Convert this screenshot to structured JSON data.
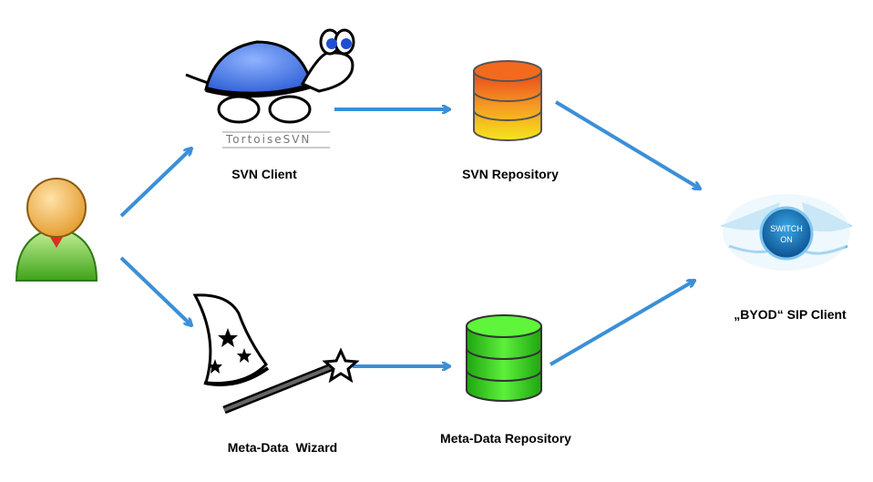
{
  "nodes": {
    "user": {
      "name": "user"
    },
    "svn_client": {
      "label": "SVN Client",
      "logo_text": "TortoiseSVN"
    },
    "svn_repo": {
      "label": "SVN Repository"
    },
    "wizard": {
      "label": "Meta-Data  Wizard"
    },
    "meta_repo": {
      "label": "Meta-Data Repository"
    },
    "sip_client": {
      "label": "„BYOD“ SIP Client",
      "badge_line1": "SWITCH",
      "badge_line2": "ON"
    }
  },
  "edges": [
    {
      "from": "user",
      "to": "svn_client"
    },
    {
      "from": "user",
      "to": "wizard"
    },
    {
      "from": "svn_client",
      "to": "svn_repo"
    },
    {
      "from": "wizard",
      "to": "meta_repo"
    },
    {
      "from": "svn_repo",
      "to": "sip_client"
    },
    {
      "from": "meta_repo",
      "to": "sip_client"
    }
  ],
  "colors": {
    "arrow": "#3b8fd8",
    "svn_repo_top": "#e8451a",
    "svn_repo_bottom": "#f6e61c",
    "meta_repo": "#33d61c",
    "shell": "#4a7fe8",
    "user_shirt": "#7fd14a",
    "user_head": "#f4b54a"
  }
}
